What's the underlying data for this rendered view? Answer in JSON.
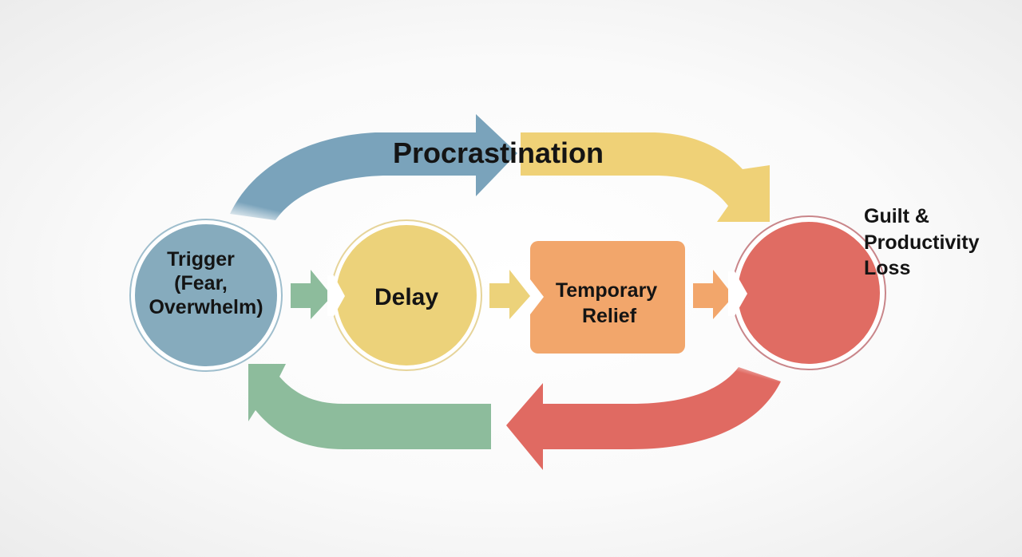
{
  "diagram": {
    "type": "cycle",
    "title": "Procrastination",
    "nodes": [
      {
        "id": "trigger",
        "label_lines": [
          "Trigger",
          "(Fear,",
          "Overwhelm)"
        ],
        "shape": "circle",
        "color": "#86abbd"
      },
      {
        "id": "delay",
        "label_lines": [
          "Delay"
        ],
        "shape": "circle",
        "color": "#ecd27a"
      },
      {
        "id": "relief",
        "label_lines": [
          "Temporary",
          "Relief"
        ],
        "shape": "rounded-rect",
        "color": "#f2a66b"
      },
      {
        "id": "guilt",
        "label_lines": [
          "Guilt &",
          "Productivity",
          "Loss"
        ],
        "shape": "circle",
        "color": "#e06c63"
      }
    ],
    "edges": [
      {
        "from": "trigger",
        "to": "delay",
        "style": "small-arrow",
        "color": "#8dbc9c"
      },
      {
        "from": "delay",
        "to": "relief",
        "style": "small-arrow",
        "color": "#ecd27a"
      },
      {
        "from": "relief",
        "to": "guilt",
        "style": "small-arrow",
        "color": "#f2a66b"
      },
      {
        "from": "trigger",
        "to": "top-center",
        "style": "curved-arrow",
        "color": "#7aa3bb"
      },
      {
        "from": "top-center",
        "to": "guilt",
        "style": "curved-arrow",
        "color": "#efd177"
      },
      {
        "from": "guilt",
        "to": "bottom-center",
        "style": "curved-arrow",
        "color": "#e06a62"
      },
      {
        "from": "bottom-center",
        "to": "trigger",
        "style": "curved-arrow",
        "color": "#8dbc9c"
      }
    ]
  },
  "colors": {
    "blue": "#7aa3bb",
    "blue_node": "#86abbd",
    "yellow": "#ecd27a",
    "orange": "#f2a66b",
    "red": "#e06a62",
    "green": "#8dbc9c",
    "text": "#141414"
  }
}
